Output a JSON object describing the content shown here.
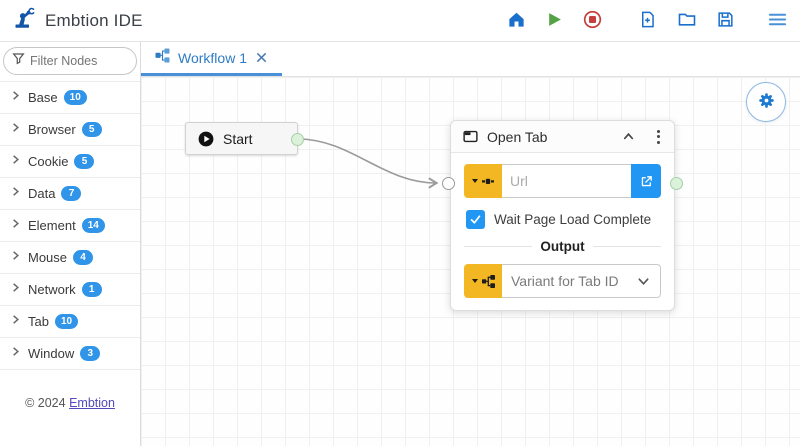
{
  "header": {
    "app_title": "Embtion IDE",
    "toolbar_icons": [
      "home",
      "run",
      "stop",
      "new-file",
      "open-folder",
      "save",
      "menu"
    ]
  },
  "sidebar": {
    "filter_placeholder": "Filter Nodes",
    "categories": [
      {
        "label": "Base",
        "count": "10"
      },
      {
        "label": "Browser",
        "count": "5"
      },
      {
        "label": "Cookie",
        "count": "5"
      },
      {
        "label": "Data",
        "count": "7"
      },
      {
        "label": "Element",
        "count": "14"
      },
      {
        "label": "Mouse",
        "count": "4"
      },
      {
        "label": "Network",
        "count": "1"
      },
      {
        "label": "Tab",
        "count": "10"
      },
      {
        "label": "Window",
        "count": "3"
      }
    ],
    "footer": {
      "copyright": "© 2024",
      "link_label": "Embtion"
    }
  },
  "tabs": [
    {
      "label": "Workflow 1",
      "active": true
    }
  ],
  "canvas": {
    "start_node": {
      "label": "Start"
    },
    "open_tab_node": {
      "title": "Open Tab",
      "url_placeholder": "Url",
      "wait_checkbox_label": "Wait Page Load Complete",
      "wait_checkbox_checked": true,
      "output_section_label": "Output",
      "output_variable": "Variant for Tab ID"
    }
  },
  "colors": {
    "accent_blue": "#1a6fcc",
    "badge_blue": "#3094e8",
    "tab_blue": "#2e7cc4",
    "warning_yellow": "#f2b723",
    "button_blue": "#2196f3",
    "run_green": "#53a245",
    "stop_red": "#c5403c",
    "port_green_fill": "#d9f2d9"
  }
}
